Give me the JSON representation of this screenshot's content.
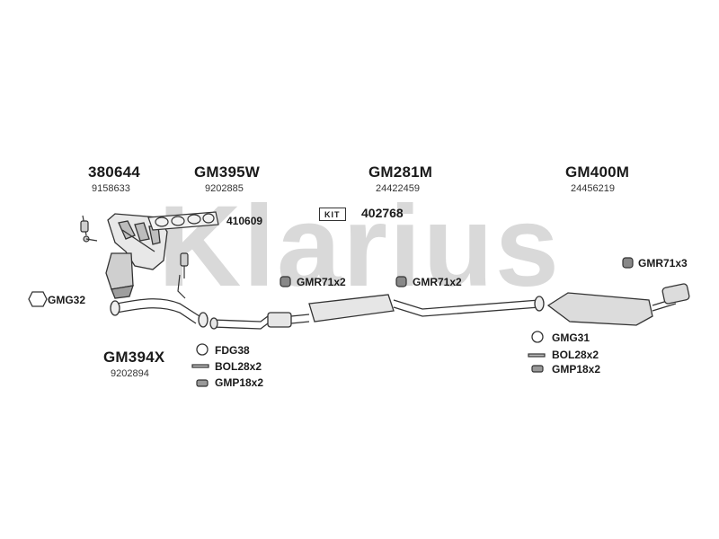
{
  "watermark": {
    "text": "Klarius",
    "color": "#d9d9d9"
  },
  "groups": [
    {
      "code": "380644",
      "number": "9158633"
    },
    {
      "code": "GM395W",
      "number": "9202885"
    },
    {
      "code": "GM281M",
      "number": "24422459"
    },
    {
      "code": "GM400M",
      "number": "24456219"
    },
    {
      "code": "GM394X",
      "number": "9202894"
    }
  ],
  "gasket_ref": "410609",
  "kit": {
    "badge": "KIT",
    "number": "402768"
  },
  "parts": {
    "gmg32": "GMG32",
    "gmr71_left": "GMR71x2",
    "gmr71_mid": "GMR71x2",
    "gmr71_right": "GMR71x3",
    "fdg38": "FDG38",
    "bol_left": "BOL28x2",
    "gmp_left": "GMP18x2",
    "gmg31": "GMG31",
    "bol_right": "BOL28x2",
    "gmp_right": "GMP18x2"
  }
}
